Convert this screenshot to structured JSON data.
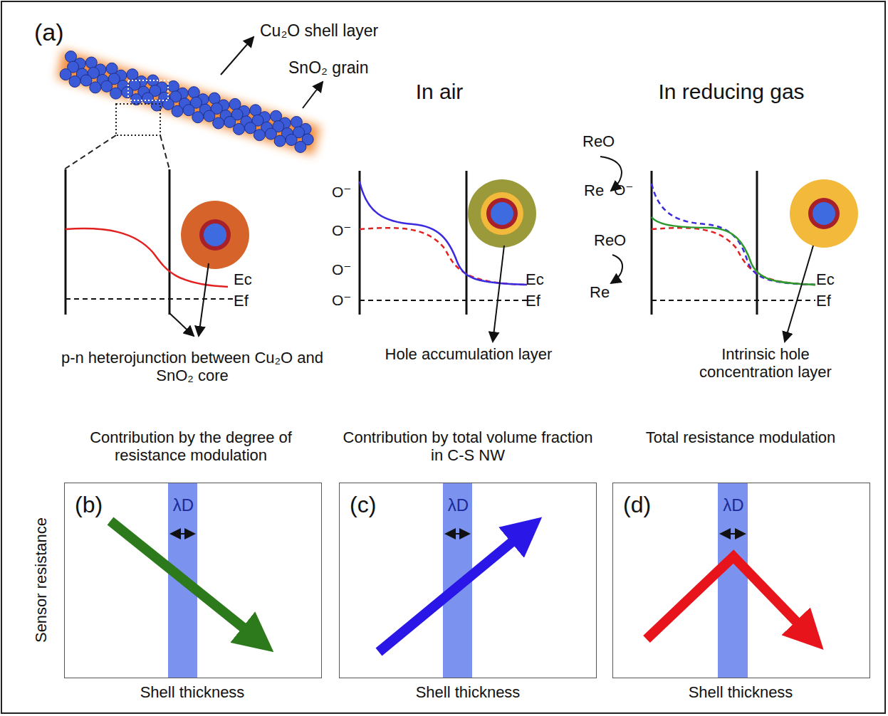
{
  "diagram": {
    "nodes": [
      {
        "text": [
          "(b)"
        ]
      },
      {
        "text": [
          "λD"
        ],
        "in": 0
      },
      {
        "text": [
          "(c)"
        ]
      },
      {
        "text": [
          "λD"
        ],
        "in": 2
      },
      {
        "text": [
          "(d)"
        ]
      },
      {
        "text": [
          "λD"
        ],
        "in": 4
      }
    ],
    "edges": [],
    "labels": [
      "(a)",
      "Cu₂O shell layer",
      "SnO₂ grain",
      "In air",
      "In reducing gas",
      "Ec",
      "Ef",
      "p-n heterojunction between Cu₂O and SnO₂ core",
      "O⁻",
      "O⁻",
      "O⁻",
      "O⁻",
      "Ec",
      "Ef",
      "Hole accumulation layer",
      "ReO",
      "Re",
      "O⁻",
      "ReO",
      "Re",
      "Ec",
      "Ef",
      "Intrinsic hole concentration layer",
      "Contribution by the degree of resistance modulation",
      "Contribution by total volume fraction in C-S NW",
      "Total resistance modulation",
      "Sensor resistance",
      "Shell thickness",
      "Shell thickness",
      "Shell thickness"
    ]
  }
}
